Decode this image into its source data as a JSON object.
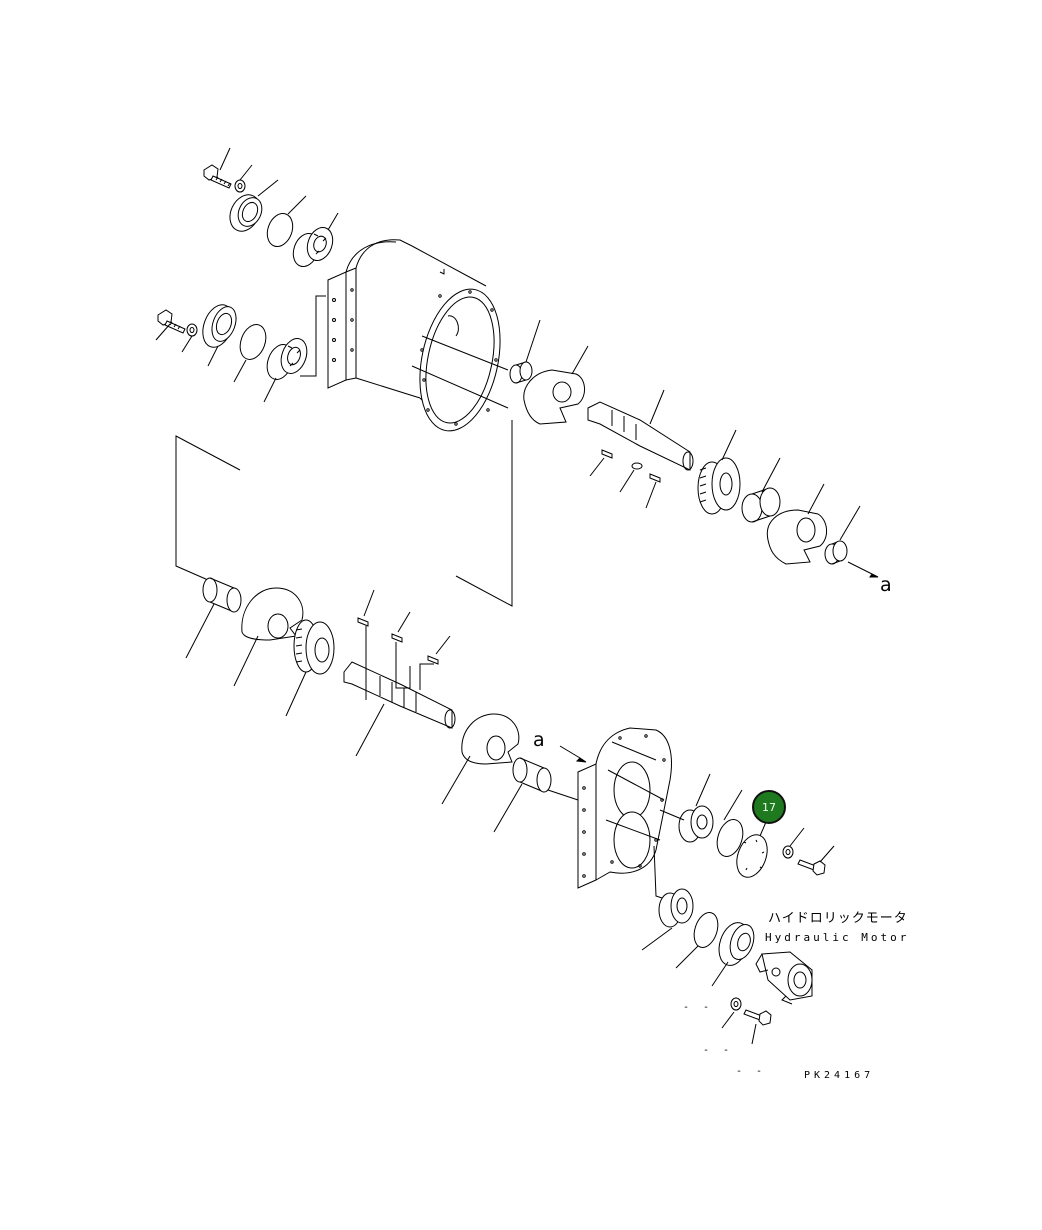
{
  "diagram": {
    "section_label_upper": "a",
    "section_label_lower": "a",
    "motor_label_jp": "ハイドロリックモータ",
    "motor_label_en": "Hydraulic Motor",
    "figure_code": "PK24167",
    "callout": {
      "number": "17",
      "color": "#1f7a1f"
    },
    "dash_marks": [
      "- -",
      "- -",
      "- -"
    ],
    "line_color": "#000000"
  }
}
